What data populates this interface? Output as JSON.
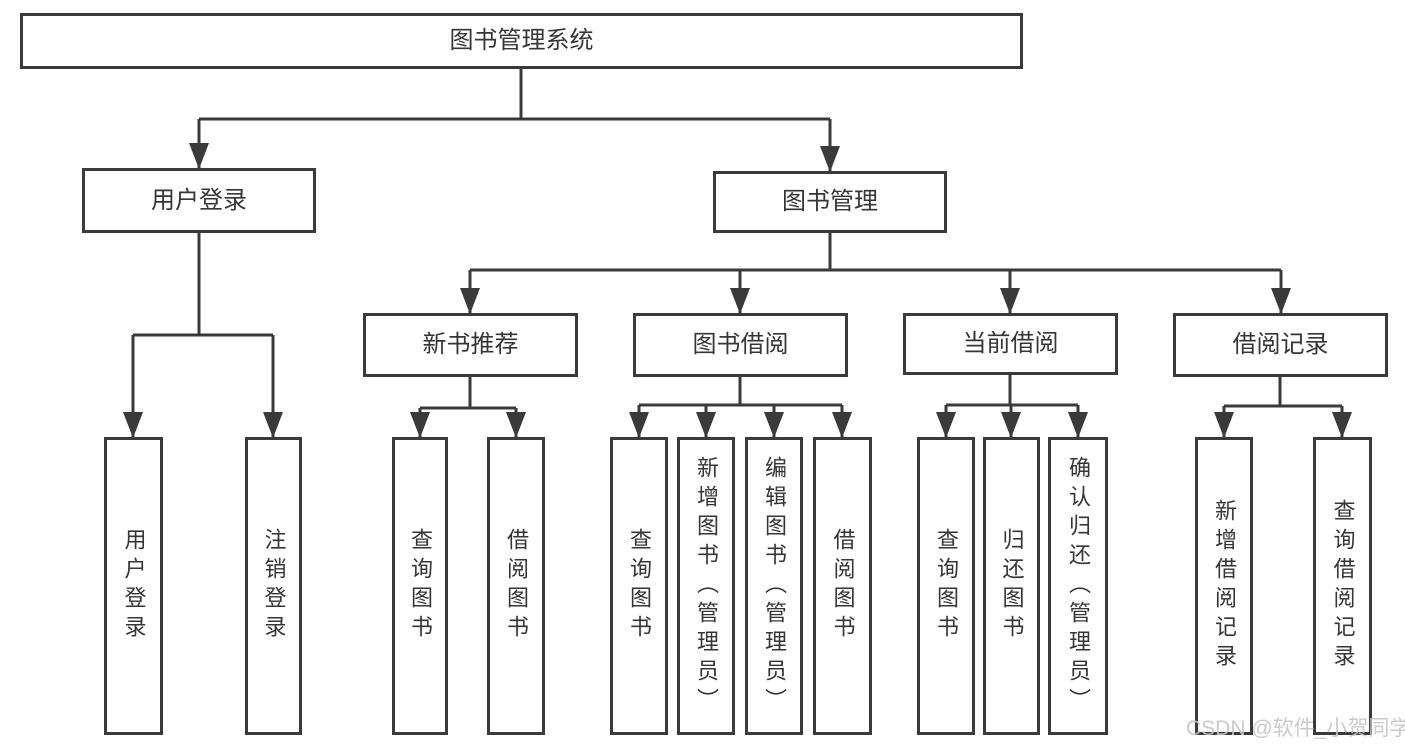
{
  "diagram": {
    "root": {
      "label": "图书管理系统"
    },
    "level1": [
      {
        "label": "用户登录",
        "children": [
          {
            "label": "用户登录"
          },
          {
            "label": "注销登录"
          }
        ]
      },
      {
        "label": "图书管理",
        "children": [
          {
            "label": "新书推荐",
            "children": [
              {
                "label": "查询图书"
              },
              {
                "label": "借阅图书"
              }
            ]
          },
          {
            "label": "图书借阅",
            "children": [
              {
                "label": "查询图书"
              },
              {
                "label": "新增图书（管理员）"
              },
              {
                "label": "编辑图书（管理员）"
              },
              {
                "label": "借阅图书"
              }
            ]
          },
          {
            "label": "当前借阅",
            "children": [
              {
                "label": "查询图书"
              },
              {
                "label": "归还图书"
              },
              {
                "label": "确认归还（管理员）"
              }
            ]
          },
          {
            "label": "借阅记录",
            "children": [
              {
                "label": "新增借阅记录"
              },
              {
                "label": "查询借阅记录"
              }
            ]
          }
        ]
      }
    ]
  },
  "watermark": {
    "text": "CSDN @软件_小贺同学"
  },
  "colors": {
    "line": "#3a3a3a",
    "text": "#353535",
    "watermark": "#c6c6c6",
    "background": "#ffffff"
  }
}
